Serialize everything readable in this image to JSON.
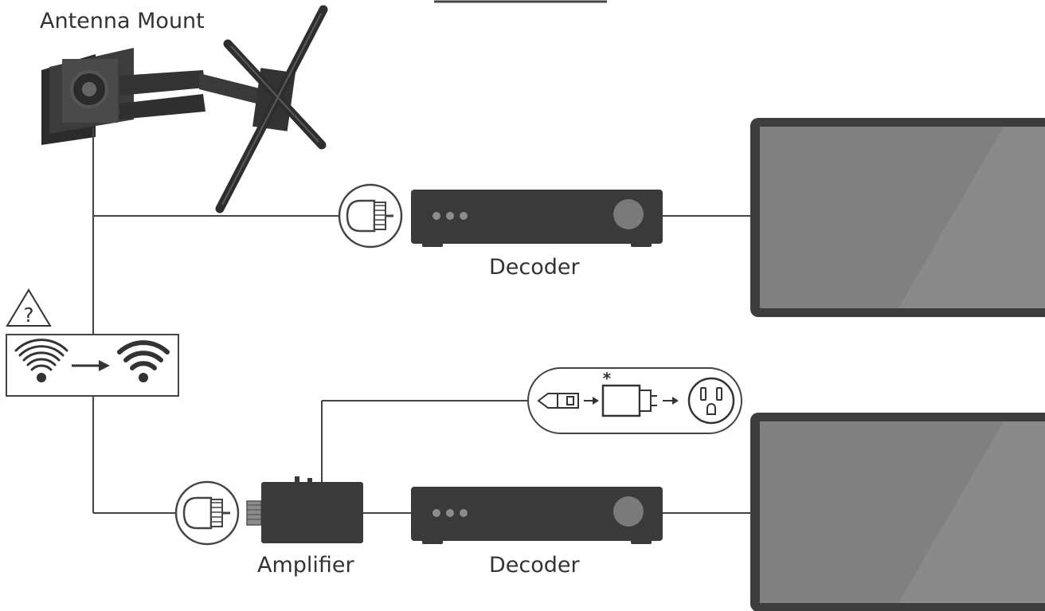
{
  "labels": {
    "antenna_mount": "Antenna Mount",
    "decoder_top": "Decoder",
    "decoder_bottom": "Decoder",
    "amplifier": "Amplifier",
    "warning_mark": "?",
    "power_note_mark": "*"
  },
  "colors": {
    "line": "#444444",
    "device": "#3a3a3a",
    "tv_frame": "#3d3d3d",
    "tv_screen": "#808080",
    "tv_glare": "#8a8a8a",
    "knob": "#7a7a7a",
    "dots": "#8c8c8c",
    "mount": "#2b2b2b",
    "signal": "#333333"
  },
  "icons": [
    "coax-connector-icon",
    "usb-plug-icon",
    "power-adapter-icon",
    "wall-outlet-icon",
    "warning-triangle-icon",
    "weak-signal-icon",
    "strong-signal-icon",
    "antenna-mount-image"
  ]
}
